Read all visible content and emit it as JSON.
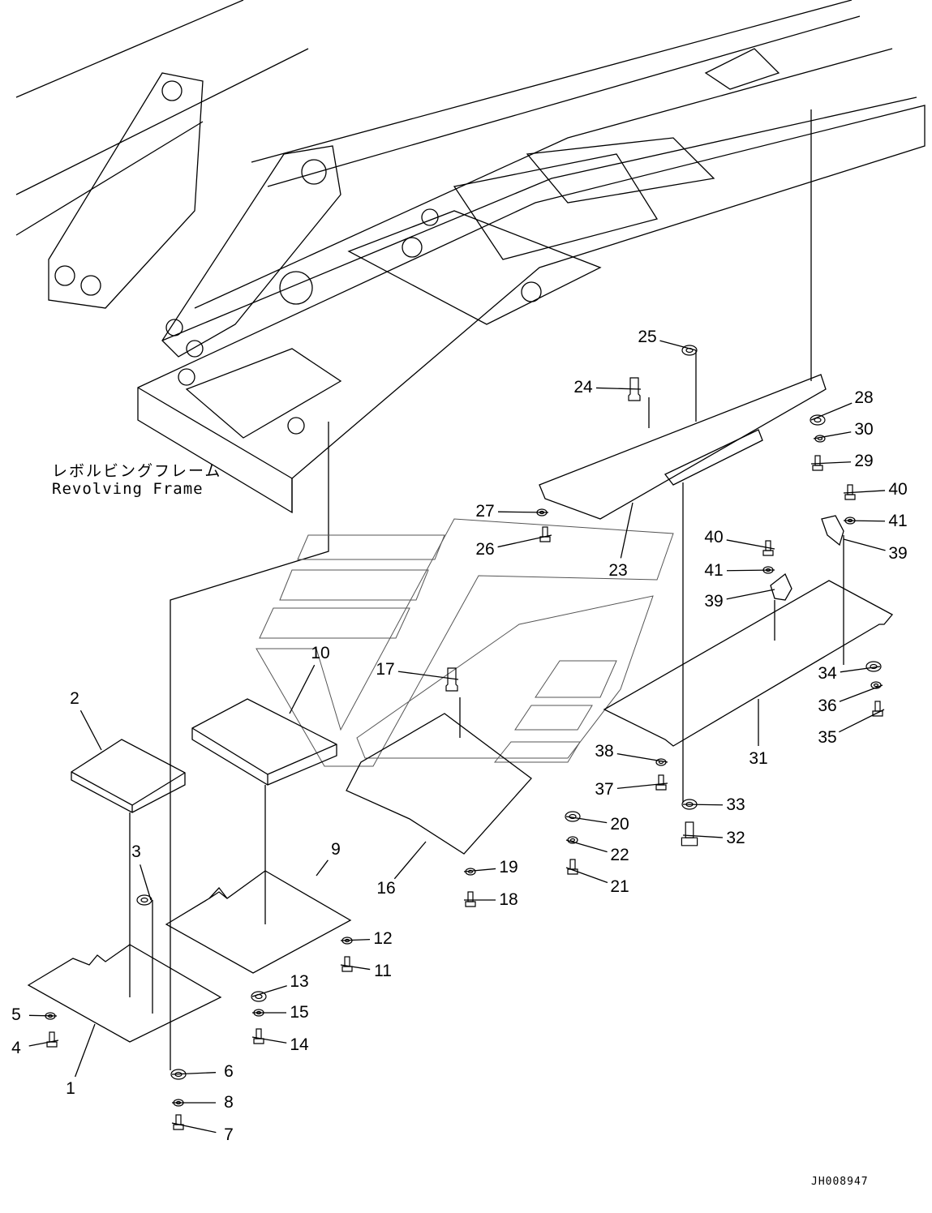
{
  "frame_caption": {
    "japanese": "レボルビングフレーム",
    "english": "Revolving Frame"
  },
  "drawing_id": "JH008947",
  "callouts": [
    "25",
    "24",
    "28",
    "30",
    "29",
    "40",
    "41",
    "39",
    "27",
    "26",
    "23",
    "40",
    "41",
    "39",
    "10",
    "17",
    "2",
    "34",
    "36",
    "35",
    "31",
    "38",
    "37",
    "33",
    "32",
    "20",
    "22",
    "21",
    "16",
    "19",
    "18",
    "3",
    "9",
    "12",
    "11",
    "13",
    "15",
    "14",
    "5",
    "4",
    "1",
    "6",
    "8",
    "7"
  ]
}
